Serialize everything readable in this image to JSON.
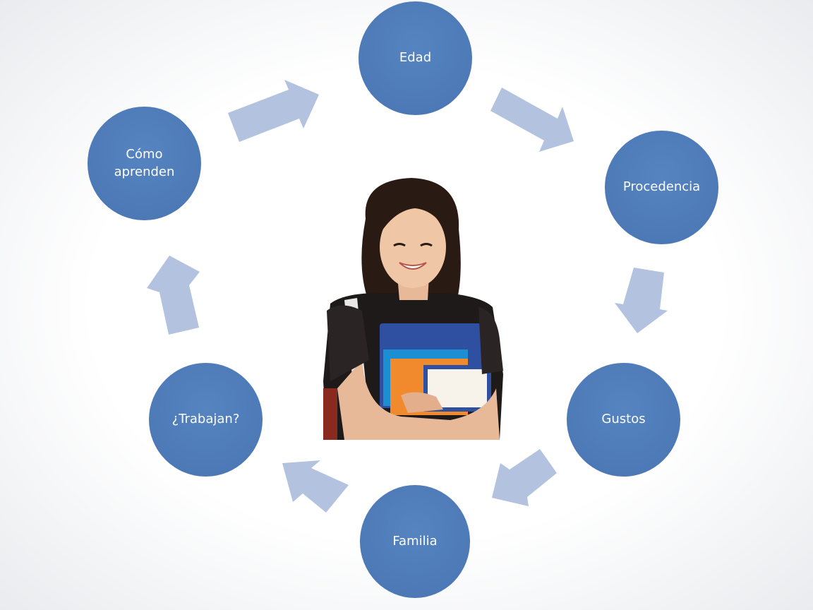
{
  "diagram": {
    "accent_color": "#4f7db9",
    "arrow_color": "#b2c2df",
    "nodes": [
      {
        "id": "edad",
        "label": "Edad"
      },
      {
        "id": "procedencia",
        "label": "Procedencia"
      },
      {
        "id": "gustos",
        "label": "Gustos"
      },
      {
        "id": "familia",
        "label": "Familia"
      },
      {
        "id": "trabajan",
        "label": "¿Trabajan?"
      },
      {
        "id": "como-aprenden",
        "label": "Cómo\naprenden"
      }
    ],
    "center_image": "student-photo"
  }
}
